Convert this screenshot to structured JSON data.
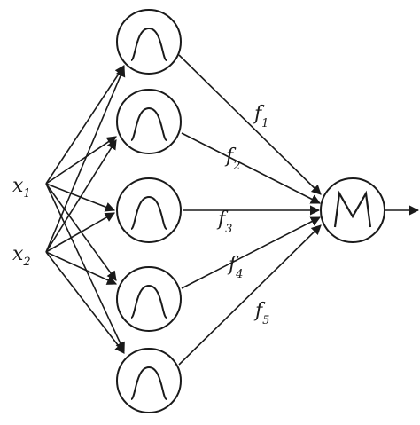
{
  "inputs": [
    {
      "symbol": "x",
      "index": "1"
    },
    {
      "symbol": "x",
      "index": "2"
    }
  ],
  "hidden_nodes": [
    {
      "shape": "gaussian-bump-icon"
    },
    {
      "shape": "gaussian-bump-icon"
    },
    {
      "shape": "gaussian-bump-icon"
    },
    {
      "shape": "gaussian-bump-icon"
    },
    {
      "shape": "gaussian-bump-icon"
    }
  ],
  "weights": [
    {
      "symbol": "f",
      "index": "1"
    },
    {
      "symbol": "f",
      "index": "2"
    },
    {
      "symbol": "f",
      "index": "3"
    },
    {
      "symbol": "f",
      "index": "4"
    },
    {
      "symbol": "f",
      "index": "5"
    }
  ],
  "output_node": {
    "shape": "sum-icon"
  },
  "colors": {
    "ink": "#1a1a1a",
    "background": "#ffffff"
  }
}
